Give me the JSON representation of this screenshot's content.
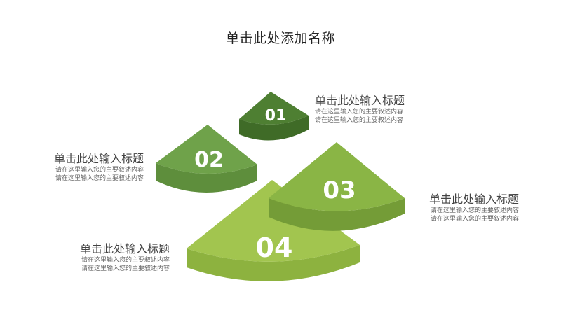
{
  "title": "单击此处添加名称",
  "items": [
    {
      "number": "01",
      "heading": "单击此处输入标题",
      "desc_line1": "请在这里输入您的主要叙述内容",
      "desc_line2": "请在这里输入您的主要叙述内容",
      "top_color": "#4e7f32",
      "side_color": "#3f6b27"
    },
    {
      "number": "02",
      "heading": "单击此处输入标题",
      "desc_line1": "请在这里输入您的主要叙述内容",
      "desc_line2": "请在这里输入您的主要叙述内容",
      "top_color": "#6fa24a",
      "side_color": "#5e8e3c"
    },
    {
      "number": "03",
      "heading": "单击此处输入标题",
      "desc_line1": "请在这里输入您的主要叙述内容",
      "desc_line2": "请在这里输入您的主要叙述内容",
      "top_color": "#8ab545",
      "side_color": "#749c37"
    },
    {
      "number": "04",
      "heading": "单击此处输入标题",
      "desc_line1": "请在这里输入您的主要叙述内容",
      "desc_line2": "请在这里输入您的主要叙述内容",
      "top_color": "#a2c54f",
      "side_color": "#8db23f"
    }
  ]
}
